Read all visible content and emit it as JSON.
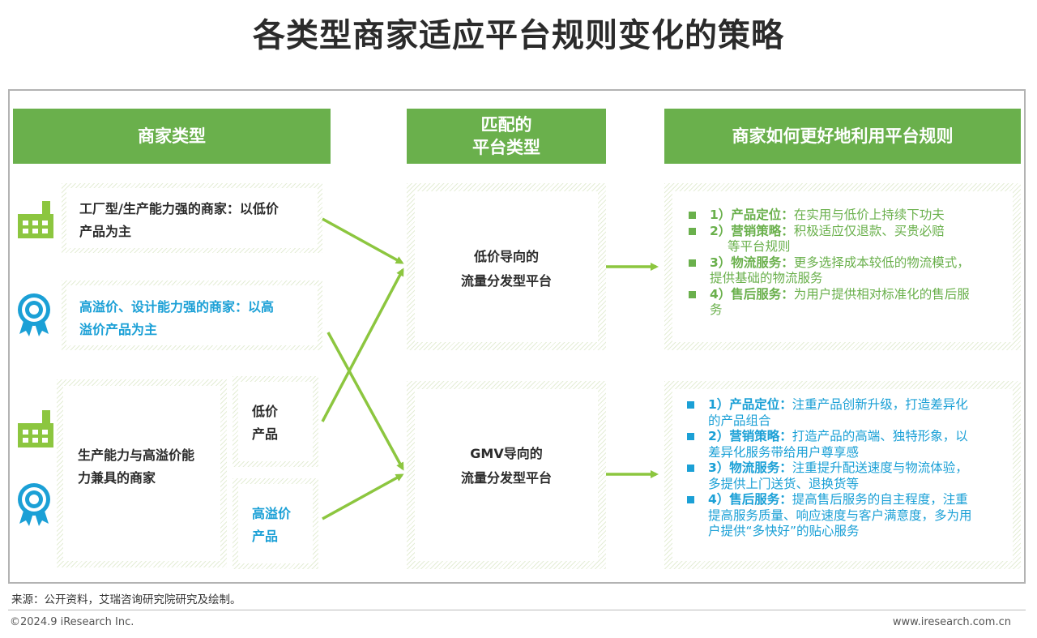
{
  "title": "各类型商家适应平台规则变化的策略",
  "headers": {
    "merchant_type": "商家类型",
    "platform_type_line1": "匹配的",
    "platform_type_line2": "平台类型",
    "strategy": "商家如何更好地利用平台规则"
  },
  "merchants": {
    "factory_line1": "工厂型/生产能力强的商家：以低价",
    "factory_line2": "产品为主",
    "premium_line1": "高溢价、设计能力强的商家：以高",
    "premium_line2": "溢价产品为主",
    "both_line1": "生产能力与高溢价能",
    "both_line2": "力兼具的商家",
    "low_price_line1": "低价",
    "low_price_line2": "产品",
    "high_premium_line1": "高溢价",
    "high_premium_line2": "产品"
  },
  "platforms": {
    "low_price_line1": "低价导向的",
    "low_price_line2": "流量分发型平台",
    "gmv_line1": "GMV导向的",
    "gmv_line2": "流量分发型平台"
  },
  "strategies_low": [
    {
      "key": "1）产品定位：",
      "line1": "在实用与低价上持续下功夫",
      "line2": ""
    },
    {
      "key": "2）营销策略：",
      "line1": "积极适应仅退款、买贵必赔",
      "line2": "等平台规则"
    },
    {
      "key": "3）物流服务：",
      "line1": "更多选择成本较低的物流模式，",
      "line2": "提供基础的物流服务"
    },
    {
      "key": "4）售后服务：",
      "line1": "为用户提供相对标准化的售后服",
      "line2": "务"
    }
  ],
  "strategies_gmv": [
    {
      "key": "1）产品定位：",
      "line1": "注重产品创新升级，打造差异化",
      "line2": "的产品组合",
      "line3": ""
    },
    {
      "key": "2）营销策略：",
      "line1": "打造产品的高端、独特形象，以",
      "line2": "差异化服务带给用户尊享感",
      "line3": ""
    },
    {
      "key": "3）物流服务：",
      "line1": "注重提升配送速度与物流体验，",
      "line2": "多提供上门送货、退换货等",
      "line3": ""
    },
    {
      "key": "4）售后服务：",
      "line1": "提高售后服务的自主程度，注重",
      "line2": "提高服务质量、响应速度与客户满意度，多为用",
      "line3": "户提供“多快好”的贴心服务"
    }
  ],
  "source": "来源：公开资料，艾瑞咨询研究院研究及绘制。",
  "footer_left": "©2024.9 iResearch Inc.",
  "footer_right": "www.iresearch.com.cn",
  "colors": {
    "green": "#6ab04c",
    "blue": "#1ba0d6",
    "icon_green": "#8cc63f",
    "icon_blue": "#1ba0d6"
  },
  "icons": [
    "factory-icon",
    "award-ribbon-icon",
    "factory-icon",
    "award-ribbon-icon"
  ]
}
